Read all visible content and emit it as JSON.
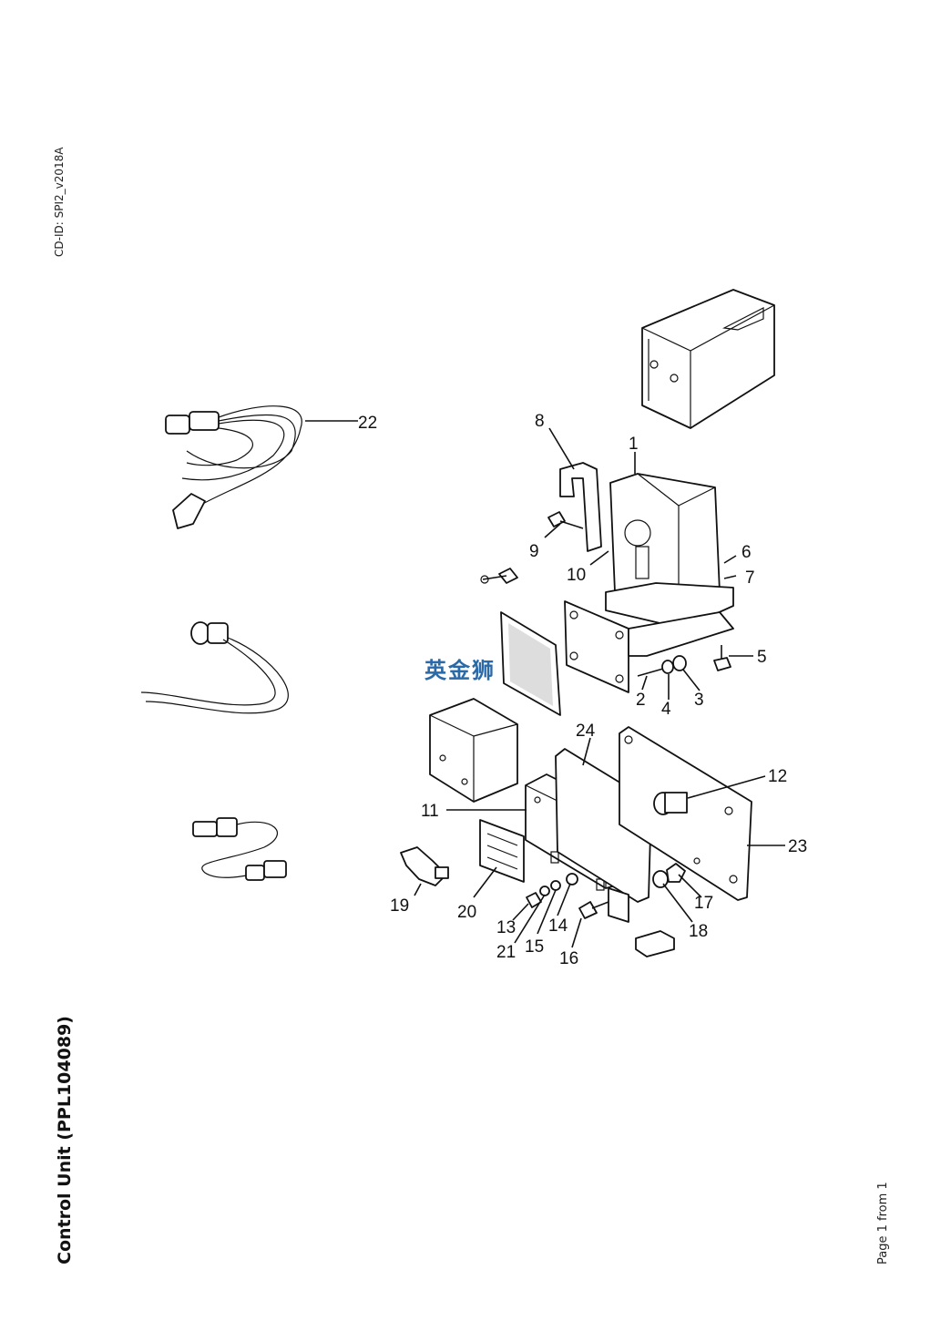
{
  "header": {
    "cd_id": "CD-ID: SPI2_v2018A"
  },
  "title": "Control Unit (PPL104089)",
  "footer": {
    "page": "Page 1 from 1"
  },
  "watermark": "英金狮",
  "callouts": {
    "c1": "1",
    "c2": "2",
    "c3": "3",
    "c4": "4",
    "c5": "5",
    "c6": "6",
    "c7": "7",
    "c8": "8",
    "c9": "9",
    "c10": "10",
    "c11": "11",
    "c12": "12",
    "c13": "13",
    "c14": "14",
    "c15": "15",
    "c16": "16",
    "c17": "17",
    "c18": "18",
    "c19": "19",
    "c20": "20",
    "c21": "21",
    "c22": "22",
    "c23": "23",
    "c24": "24"
  }
}
